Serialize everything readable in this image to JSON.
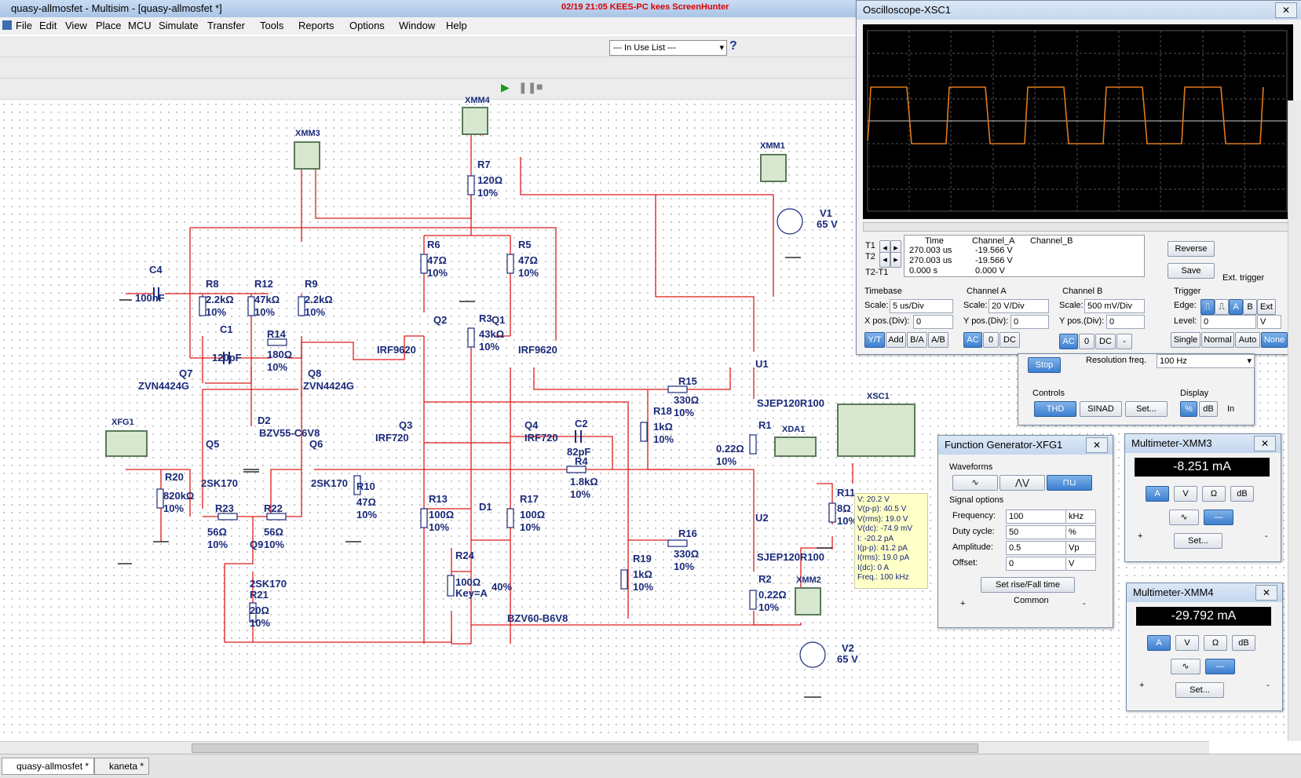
{
  "window": {
    "title": "quasy-allmosfet - Multisim - [quasy-allmosfet *]",
    "screenhunter": "02/19  21:05  KEES-PC  kees  ScreenHunter"
  },
  "menu": [
    "File",
    "Edit",
    "View",
    "Place",
    "MCU",
    "Simulate",
    "Transfer",
    "Tools",
    "Reports",
    "Options",
    "Window",
    "Help"
  ],
  "toolbar": {
    "in_use_list": "--- In Use List ---",
    "help": "?"
  },
  "schematic": {
    "instruments": {
      "xmm3": "XMM3",
      "xmm4": "XMM4",
      "xmm1": "XMM1",
      "xmm2": "XMM2",
      "xfg1": "XFG1",
      "xda1": "XDA1",
      "xsc1": "XSC1"
    },
    "labels": [
      {
        "id": "c4",
        "text": "C4"
      },
      {
        "id": "c4v",
        "text": "100nF"
      },
      {
        "id": "r8",
        "text": "R8"
      },
      {
        "id": "r8v",
        "text": "2.2kΩ"
      },
      {
        "id": "r8t",
        "text": "10%"
      },
      {
        "id": "r12",
        "text": "R12"
      },
      {
        "id": "r12v",
        "text": "47kΩ"
      },
      {
        "id": "r12t",
        "text": "10%"
      },
      {
        "id": "r9",
        "text": "R9"
      },
      {
        "id": "r9v",
        "text": "2.2kΩ"
      },
      {
        "id": "r9t",
        "text": "10%"
      },
      {
        "id": "c1",
        "text": "C1"
      },
      {
        "id": "c1v",
        "text": "120pF"
      },
      {
        "id": "r14",
        "text": "R14"
      },
      {
        "id": "r14v",
        "text": "180Ω"
      },
      {
        "id": "r14t",
        "text": "10%"
      },
      {
        "id": "q7",
        "text": "Q7"
      },
      {
        "id": "q7v",
        "text": "ZVN4424G"
      },
      {
        "id": "q8",
        "text": "Q8"
      },
      {
        "id": "q8v",
        "text": "ZVN4424G"
      },
      {
        "id": "d2",
        "text": "D2"
      },
      {
        "id": "d2v",
        "text": "BZV55-C6V8"
      },
      {
        "id": "q5",
        "text": "Q5"
      },
      {
        "id": "q5v",
        "text": "2SK170"
      },
      {
        "id": "q6",
        "text": "Q6"
      },
      {
        "id": "q6v",
        "text": "2SK170"
      },
      {
        "id": "r20",
        "text": "R20"
      },
      {
        "id": "r20v",
        "text": "820kΩ"
      },
      {
        "id": "r20t",
        "text": "10%"
      },
      {
        "id": "r23",
        "text": "R23"
      },
      {
        "id": "r23v",
        "text": "56Ω"
      },
      {
        "id": "r23t",
        "text": "10%"
      },
      {
        "id": "r22",
        "text": "R22"
      },
      {
        "id": "r22v",
        "text": "56Ω"
      },
      {
        "id": "r22t",
        "text": "10%"
      },
      {
        "id": "q9",
        "text": "Q9"
      },
      {
        "id": "q9v",
        "text": "2SK170"
      },
      {
        "id": "r21",
        "text": "R21"
      },
      {
        "id": "r21v",
        "text": "20Ω"
      },
      {
        "id": "r21t",
        "text": "10%"
      },
      {
        "id": "r10",
        "text": "R10"
      },
      {
        "id": "r10v",
        "text": "47Ω"
      },
      {
        "id": "r10t",
        "text": "10%"
      },
      {
        "id": "r7",
        "text": "R7"
      },
      {
        "id": "r7v",
        "text": "120Ω"
      },
      {
        "id": "r7t",
        "text": "10%"
      },
      {
        "id": "r6",
        "text": "R6"
      },
      {
        "id": "r6v",
        "text": "47Ω"
      },
      {
        "id": "r6t",
        "text": "10%"
      },
      {
        "id": "r5",
        "text": "R5"
      },
      {
        "id": "r5v",
        "text": "47Ω"
      },
      {
        "id": "r5t",
        "text": "10%"
      },
      {
        "id": "q2",
        "text": "Q2"
      },
      {
        "id": "q2v",
        "text": "IRF9620"
      },
      {
        "id": "q1",
        "text": "Q1"
      },
      {
        "id": "q1v",
        "text": "IRF9620"
      },
      {
        "id": "r3",
        "text": "R3"
      },
      {
        "id": "r3v",
        "text": "43kΩ"
      },
      {
        "id": "r3t",
        "text": "10%"
      },
      {
        "id": "q3",
        "text": "Q3"
      },
      {
        "id": "q3v",
        "text": "IRF720"
      },
      {
        "id": "q4",
        "text": "Q4"
      },
      {
        "id": "q4v",
        "text": "IRF720"
      },
      {
        "id": "c2",
        "text": "C2"
      },
      {
        "id": "c2v",
        "text": "82pF"
      },
      {
        "id": "r4",
        "text": "R4"
      },
      {
        "id": "r4v",
        "text": "1.8kΩ"
      },
      {
        "id": "r4t",
        "text": "10%"
      },
      {
        "id": "r13",
        "text": "R13"
      },
      {
        "id": "r13v",
        "text": "100Ω"
      },
      {
        "id": "r13t",
        "text": "10%"
      },
      {
        "id": "d1",
        "text": "D1"
      },
      {
        "id": "r17",
        "text": "R17"
      },
      {
        "id": "r17v",
        "text": "100Ω"
      },
      {
        "id": "r17t",
        "text": "10%"
      },
      {
        "id": "r24",
        "text": "R24"
      },
      {
        "id": "r24v",
        "text": "100Ω"
      },
      {
        "id": "r24k",
        "text": "Key=A"
      },
      {
        "id": "r24p",
        "text": "40%"
      },
      {
        "id": "bzv60",
        "text": "BZV60-B6V8"
      },
      {
        "id": "r18",
        "text": "R18"
      },
      {
        "id": "r18v",
        "text": "1kΩ"
      },
      {
        "id": "r18t",
        "text": "10%"
      },
      {
        "id": "r19",
        "text": "R19"
      },
      {
        "id": "r19v",
        "text": "1kΩ"
      },
      {
        "id": "r19t",
        "text": "10%"
      },
      {
        "id": "r15",
        "text": "R15"
      },
      {
        "id": "r15v",
        "text": "330Ω"
      },
      {
        "id": "r15t",
        "text": "10%"
      },
      {
        "id": "r16",
        "text": "R16"
      },
      {
        "id": "r16v",
        "text": "330Ω"
      },
      {
        "id": "r16t",
        "text": "10%"
      },
      {
        "id": "u1",
        "text": "U1"
      },
      {
        "id": "u1v",
        "text": "SJEP120R100"
      },
      {
        "id": "u2",
        "text": "U2"
      },
      {
        "id": "u2v",
        "text": "SJEP120R100"
      },
      {
        "id": "r1",
        "text": "R1"
      },
      {
        "id": "r1v",
        "text": "0.22Ω"
      },
      {
        "id": "r1t",
        "text": "10%"
      },
      {
        "id": "r2",
        "text": "R2"
      },
      {
        "id": "r2v",
        "text": "0.22Ω"
      },
      {
        "id": "r2t",
        "text": "10%"
      },
      {
        "id": "r11",
        "text": "R11"
      },
      {
        "id": "r11v",
        "text": "8Ω"
      },
      {
        "id": "r11t",
        "text": "10%"
      },
      {
        "id": "v1",
        "text": "V1"
      },
      {
        "id": "v1v",
        "text": "65 V"
      },
      {
        "id": "v2",
        "text": "V2"
      },
      {
        "id": "v2v",
        "text": "65 V"
      }
    ],
    "probe": [
      "V: 20.2 V",
      "V(p-p): 40.5 V",
      "V(rms): 19.0 V",
      "V(dc): -74.9 mV",
      "I: -20.2 pA",
      "I(p-p): 41.2 pA",
      "I(rms): 19.0 pA",
      "I(dc): 0 A",
      "Freq.: 100 kHz"
    ]
  },
  "oscilloscope": {
    "title": "Oscilloscope-XSC1",
    "readout": {
      "time_header": "Time",
      "cha_header": "Channel_A",
      "chb_header": "Channel_B",
      "t1": "T1",
      "t2": "T2",
      "t2t1": "T2-T1",
      "t1_time": "270.003 us",
      "t1_a": "-19.566 V",
      "t2_time": "270.003 us",
      "t2_a": "-19.566 V",
      "d_time": "0.000 s",
      "d_a": "0.000 V"
    },
    "buttons": {
      "reverse": "Reverse",
      "save": "Save",
      "ext_trigger": "Ext. trigger"
    },
    "timebase": {
      "title": "Timebase",
      "scale_label": "Scale:",
      "scale": "5 us/Div",
      "xpos_label": "X pos.(Div):",
      "xpos": "0",
      "yt": "Y/T",
      "add": "Add",
      "ba": "B/A",
      "ab": "A/B"
    },
    "chA": {
      "title": "Channel A",
      "scale_label": "Scale:",
      "scale": "20  V/Div",
      "ypos_label": "Y pos.(Div):",
      "ypos": "0",
      "ac": "AC",
      "zero": "0",
      "dc": "DC"
    },
    "chB": {
      "title": "Channel B",
      "scale_label": "Scale:",
      "scale": "500 mV/Div",
      "ypos_label": "Y pos.(Div):",
      "ypos": "0",
      "ac": "AC",
      "zero": "0",
      "dc": "DC",
      "minus": "-"
    },
    "trigger": {
      "title": "Trigger",
      "edge_label": "Edge:",
      "level_label": "Level:",
      "level": "0",
      "level_unit": "V",
      "a": "A",
      "b": "B",
      "ext": "Ext",
      "single": "Single",
      "normal": "Normal",
      "auto": "Auto",
      "none": "None"
    },
    "trace_color": "#e07a1a"
  },
  "distortion": {
    "stop": "Stop",
    "resolution_label": "Resolution freq.",
    "resolution": "100 Hz",
    "controls": "Controls",
    "display": "Display",
    "thd": "THD",
    "sinad": "SINAD",
    "set": "Set...",
    "percent": "%",
    "db": "dB",
    "in": "In"
  },
  "function_generator": {
    "title": "Function Generator-XFG1",
    "waveforms": "Waveforms",
    "signal_options": "Signal options",
    "freq_label": "Frequency:",
    "freq": "100",
    "freq_unit": "kHz",
    "duty_label": "Duty cycle:",
    "duty": "50",
    "duty_unit": "%",
    "amp_label": "Amplitude:",
    "amp": "0.5",
    "amp_unit": "Vp",
    "off_label": "Offset:",
    "off": "0",
    "off_unit": "V",
    "rise": "Set rise/Fall time",
    "plus": "+",
    "common": "Common",
    "minus": "-"
  },
  "mm3": {
    "title": "Multimeter-XMM3",
    "reading": "-8.251 mA",
    "a": "A",
    "v": "V",
    "ohm": "Ω",
    "db": "dB",
    "set": "Set...",
    "plus": "+",
    "minus": "-"
  },
  "mm4": {
    "title": "Multimeter-XMM4",
    "reading": "-29.792 mA",
    "a": "A",
    "v": "V",
    "ohm": "Ω",
    "db": "dB",
    "set": "Set...",
    "plus": "+",
    "minus": "-"
  },
  "tabs": [
    "quasy-allmosfet *",
    "kaneta *"
  ],
  "colors": {
    "wire_red": "#e01a1a",
    "wire_dark": "#1a2a7a",
    "instrument_green": "#d8e8d0"
  }
}
